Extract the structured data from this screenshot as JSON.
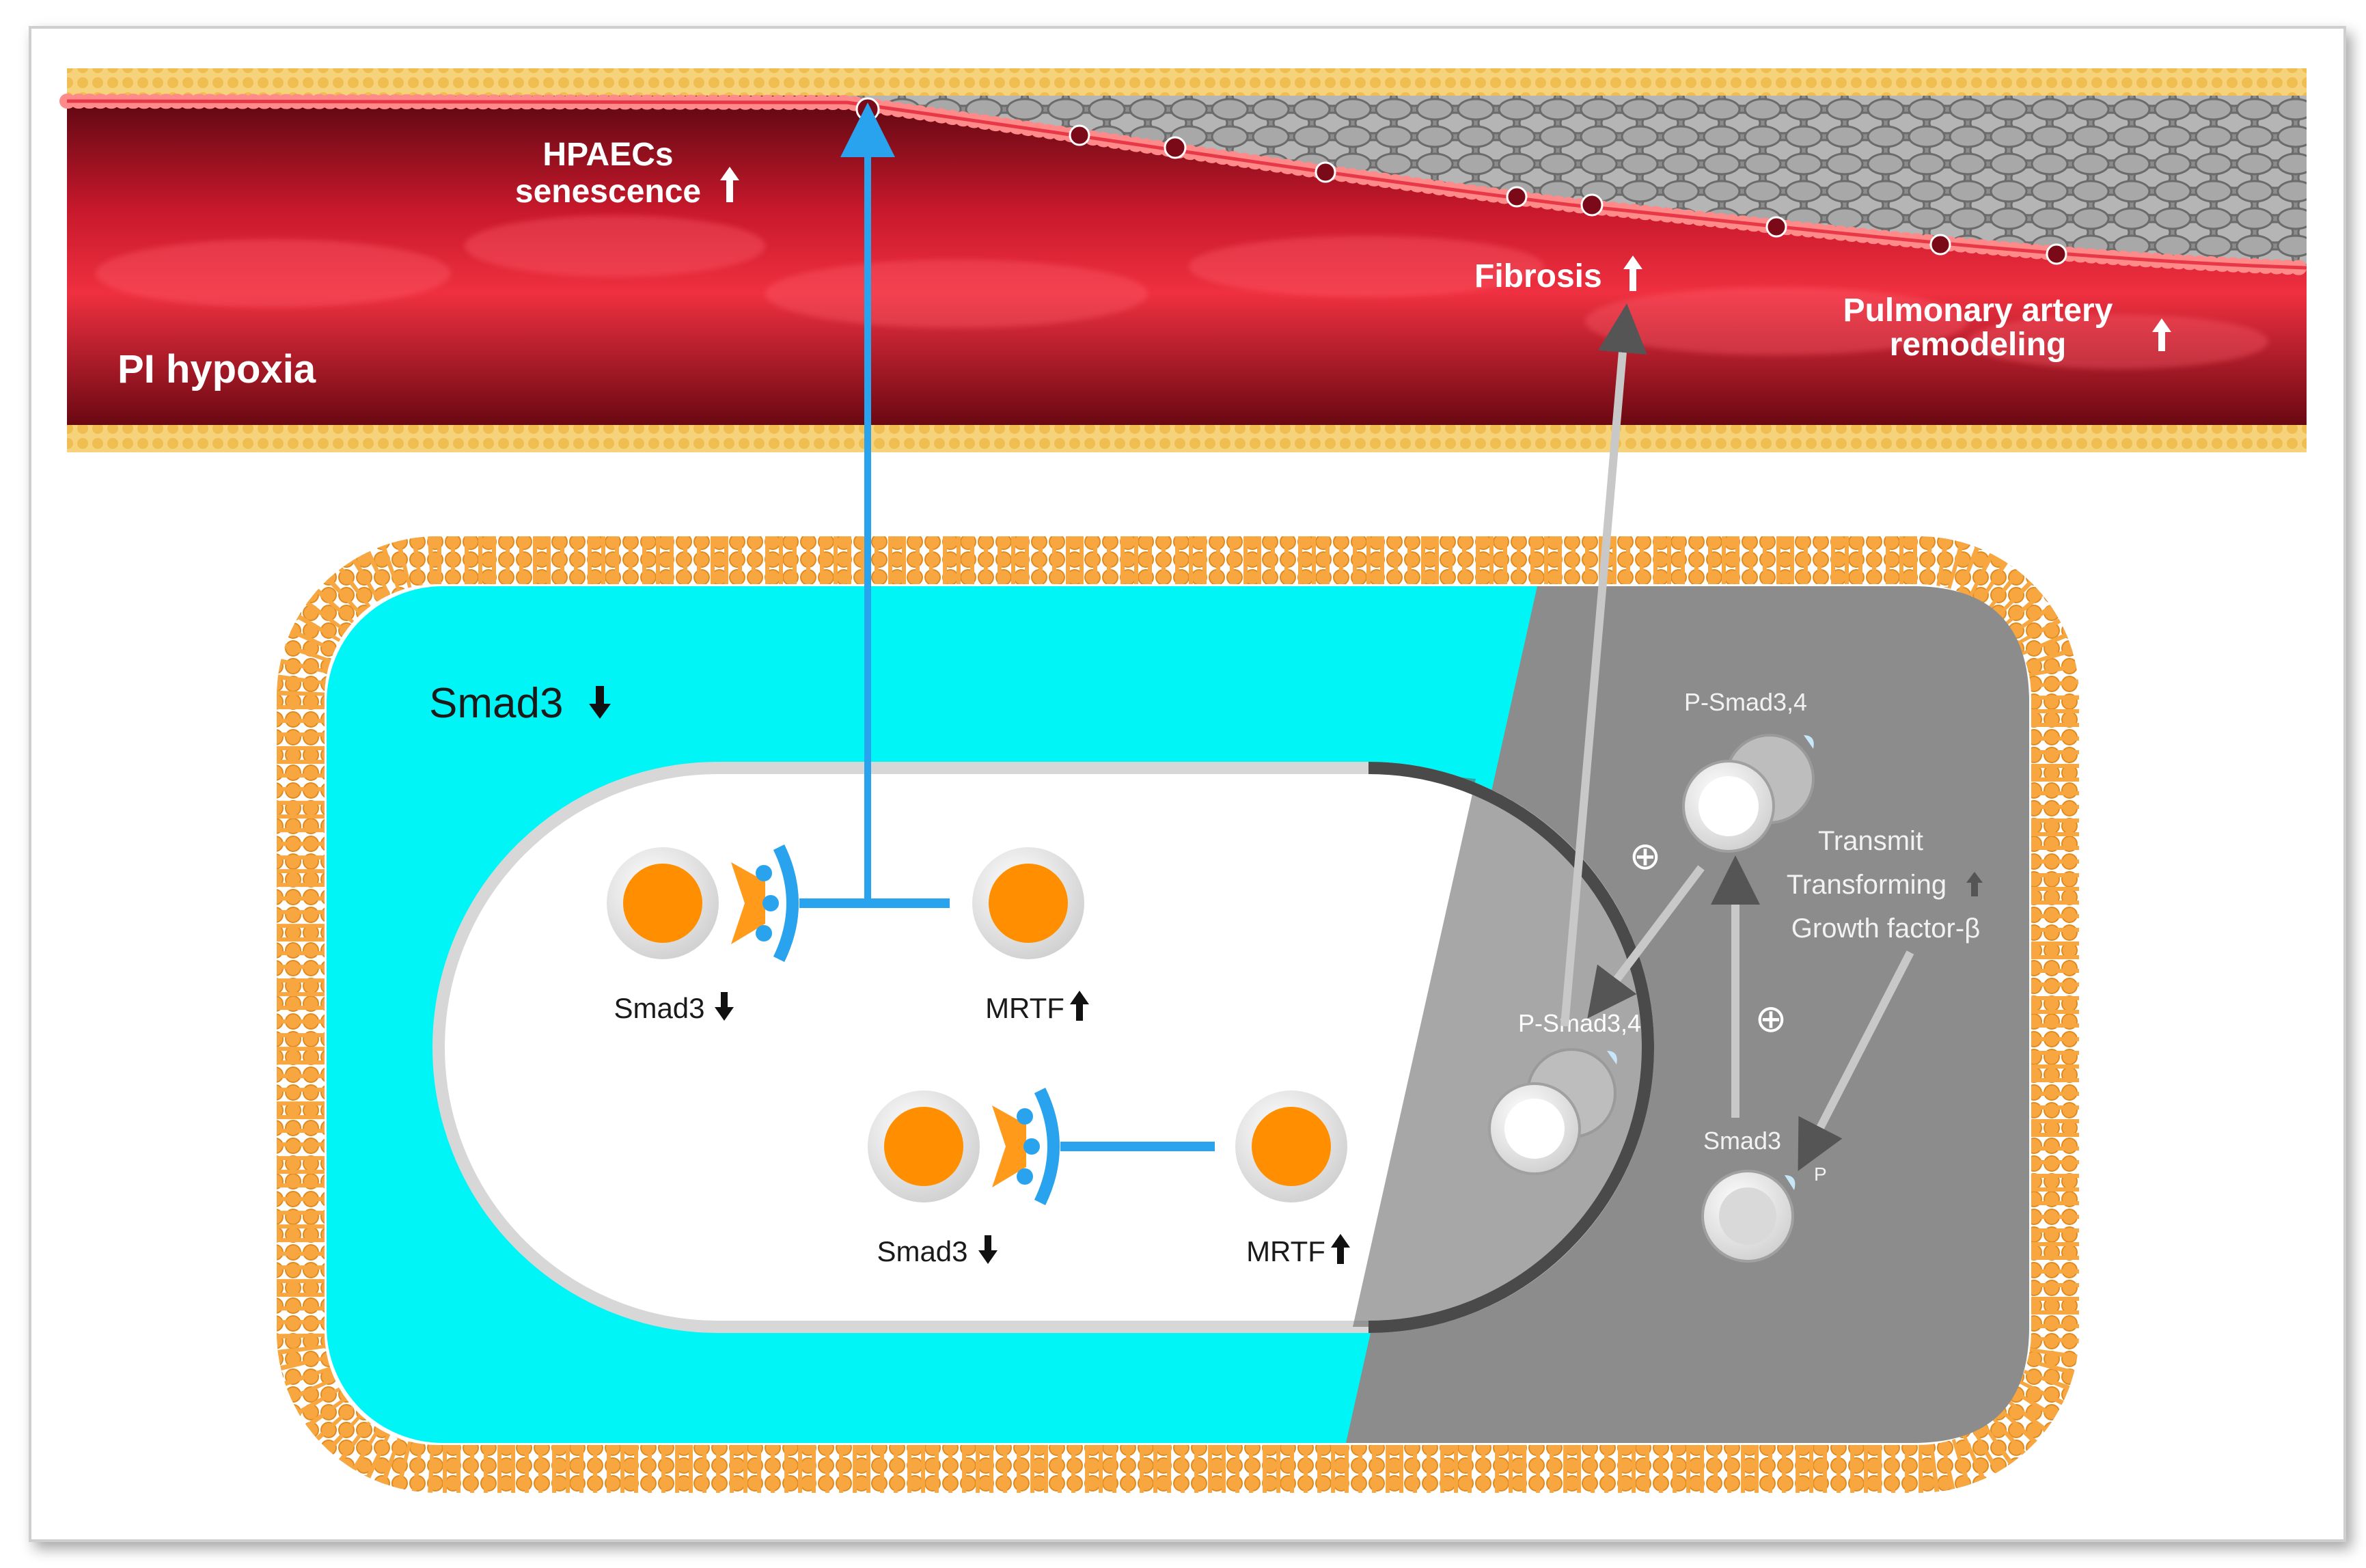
{
  "vessel": {
    "condition_label": "PI hypoxia",
    "hpaecs_line1": "HPAECs",
    "hpaecs_line2": "senescence",
    "fibrosis_label": "Fibrosis",
    "remodeling_line1": "Pulmonary artery",
    "remodeling_line2": "remodeling"
  },
  "cell": {
    "cytoplasm_label": "Smad3",
    "nucleus": {
      "complex_top": {
        "left_label": "Smad3",
        "right_label": "MRTF"
      },
      "complex_bottom": {
        "left_label": "Smad3",
        "right_label": "MRTF"
      }
    },
    "tgf_region": {
      "psmad_top_label": "P-Smad3,4",
      "psmad_nuclear_label": "P-Smad3,4",
      "smad3_label": "Smad3",
      "phospho_label": "P",
      "transmit_line1": "Transmit",
      "transmit_line2": "Transforming",
      "transmit_line3": "Growth factor-β",
      "plus_symbol": "⊕"
    }
  },
  "colors": {
    "vessel_red": "#b0122a",
    "adventitia_yellow": "#f2c35a",
    "membrane_orange": "#f5a23c",
    "cytoplasm_cyan": "#00f4f4",
    "tgf_gray": "#8a8a8a",
    "protein_orange": "#ff8f00",
    "link_blue": "#2aa3ef"
  },
  "icons": {
    "up": "up-arrow-icon",
    "down": "down-arrow-icon"
  }
}
